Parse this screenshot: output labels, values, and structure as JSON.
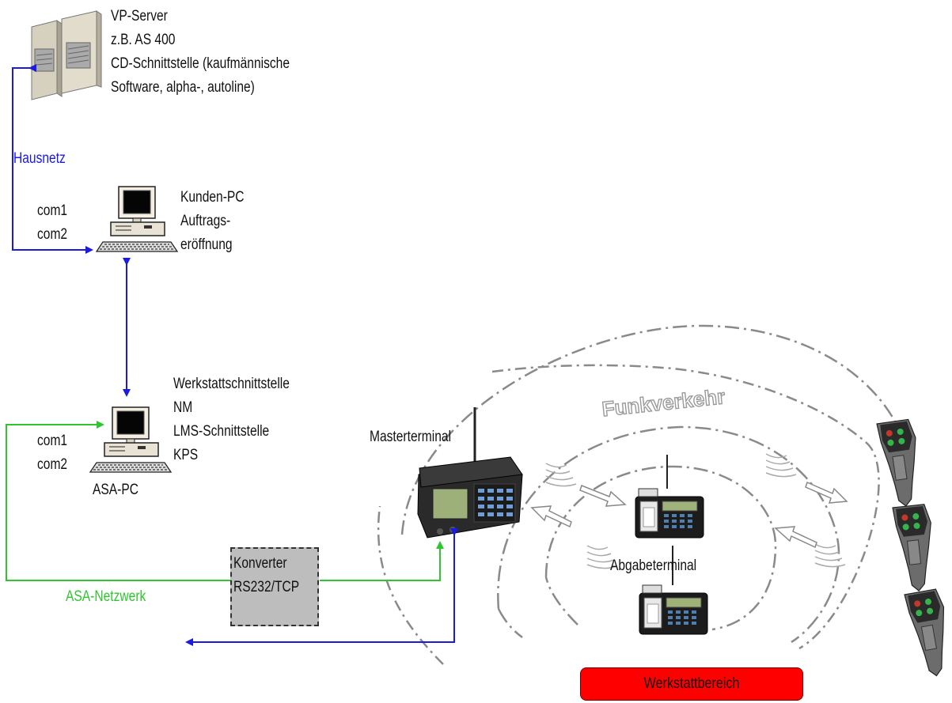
{
  "nodes": {
    "server": {
      "lines": [
        "VP-Server",
        "z.B. AS 400",
        "CD-Schnittstelle (kaufmännische",
        "Software, alpha-, autoline)"
      ]
    },
    "customer_pc": {
      "lines": [
        "Kunden-PC",
        "Auftrags-",
        "eröffnung"
      ],
      "ports": [
        "com1",
        "com2"
      ]
    },
    "asa_pc": {
      "lines": [
        "Werkstattschnittstelle",
        "NM",
        "LMS-Schnittstelle",
        "KPS"
      ],
      "ports": [
        "com1",
        "com2"
      ],
      "caption": "ASA-PC"
    },
    "converter": {
      "lines": [
        "Konverter",
        "RS232/TCP"
      ]
    },
    "master_terminal": {
      "label": "Masterterminal"
    },
    "dispense_terminal": {
      "label": "Abgabeterminal"
    }
  },
  "networks": {
    "house": {
      "label": "Hausnetz",
      "color": "#1a1ae0"
    },
    "asa": {
      "label": "ASA-Netzwerk",
      "color": "#2fc52f"
    }
  },
  "radio": {
    "label": "Funkverkehr"
  },
  "area": {
    "label": "Werkstattbereich",
    "color": "#ff0000"
  }
}
